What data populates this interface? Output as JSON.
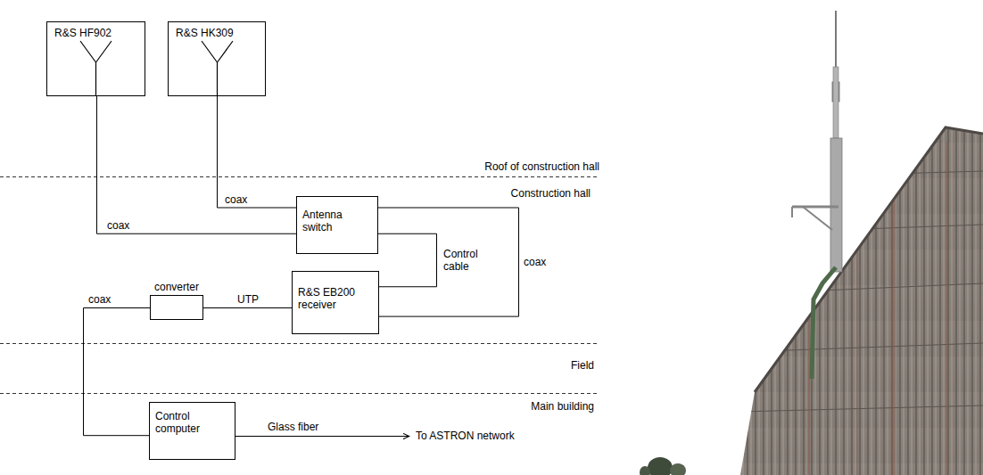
{
  "diagram": {
    "nodes": [
      {
        "text": [
          "R&S HF902"
        ]
      },
      {
        "text": [
          "R&S HK309"
        ]
      },
      {
        "text": [
          "Antenna switch"
        ]
      },
      {
        "text": [
          "converter"
        ]
      },
      {
        "text": [
          "R&S EB200 receiver"
        ]
      },
      {
        "text": [
          "Control computer"
        ]
      }
    ],
    "edges": [
      {
        "from": 0,
        "to": 2,
        "label": "coax",
        "arrow": "none"
      },
      {
        "from": 1,
        "to": 2,
        "label": "coax",
        "arrow": "none"
      },
      {
        "from": 2,
        "to": 4,
        "label": "Control cable",
        "arrow": "none"
      },
      {
        "from": 2,
        "to": 4,
        "label": "coax",
        "arrow": "none"
      },
      {
        "from": 3,
        "to": 4,
        "label": "UTP",
        "arrow": "none"
      },
      {
        "from": 3,
        "to": 5,
        "label": "coax",
        "arrow": "none"
      }
    ],
    "labels": [
      "Roof of construction hall",
      "Construction hall",
      "Field",
      "Main building",
      "Glass fiber",
      "To ASTRON network"
    ]
  }
}
